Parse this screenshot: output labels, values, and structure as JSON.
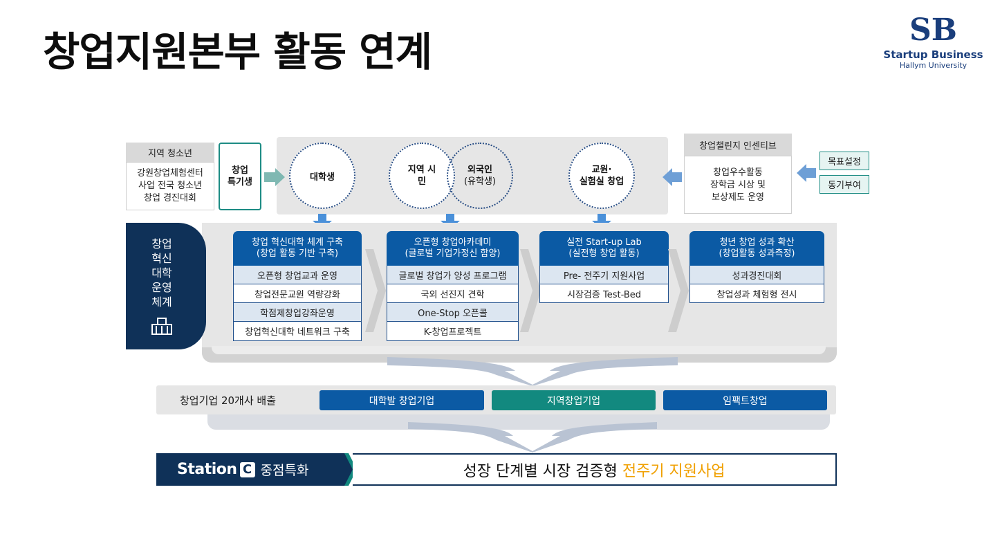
{
  "title": "창업지원본부 활동 연계",
  "logo": {
    "mark": "SB",
    "name": "Startup Business",
    "university": "Hallym University"
  },
  "top": {
    "left_head": "지역 청소년",
    "left_body": [
      "강원창업체험센터",
      "사업 전국 청소년",
      "창업 경진대회"
    ],
    "special": [
      "창업",
      "특기생"
    ],
    "circles": {
      "student": "대학생",
      "local": [
        "지역 시",
        "민"
      ],
      "foreigner": "외국인",
      "foreigner_sub": "(유학생)",
      "faculty": [
        "교원·",
        "실험실 창업"
      ]
    },
    "right_head": "창업챌린지 인센티브",
    "right_body": [
      "창업우수활동",
      "장학금 시상 및",
      "보상제도 운영"
    ],
    "goal": "목표설정",
    "motive": "동기부여"
  },
  "side_panel": {
    "text": [
      "창업",
      "혁신",
      "대학",
      "운영",
      "체계"
    ],
    "icon": "university-building-icon"
  },
  "columns": [
    {
      "head": [
        "창업 혁신대학 체계 구축",
        "(창업 활동 기반 구축)"
      ],
      "items": [
        "오픈형 창업교과 운영",
        "창업전문교원 역량강화",
        "학점제창업강좌운영",
        "창업혁신대학 네트워크 구축"
      ]
    },
    {
      "head": [
        "오픈형 창업아카데미",
        "(글로벌 기업가정신 함양)"
      ],
      "items": [
        "글로벌 창업가 양성 프로그램",
        "국외 선진지 견학",
        "One-Stop 오픈콜",
        "K-창업프로젝트"
      ]
    },
    {
      "head": [
        "실전 Start-up Lab",
        "(실전형 창업 활동)"
      ],
      "items": [
        "Pre- 전주기 지원사업",
        "시장검증 Test-Bed"
      ]
    },
    {
      "head": [
        "청년 창업 성과 확산",
        "(창업활동 성과측정)"
      ],
      "items": [
        "성과경진대회",
        "창업성과 체험형 전시"
      ]
    }
  ],
  "output_row": {
    "label": "창업기업 20개사 배출",
    "pills": [
      "대학발 창업기업",
      "지역창업기업",
      "임팩트창업"
    ],
    "colors": [
      "#0b5aa4",
      "#12897f",
      "#0b5aa4"
    ]
  },
  "station": {
    "brand": "Station",
    "brand_c": "C",
    "label": "중점특화"
  },
  "bottom": {
    "text": "성장 단계별 시장 검증형 ",
    "highlight": "전주기 지원사업",
    "highlight_color": "#f0a000"
  }
}
